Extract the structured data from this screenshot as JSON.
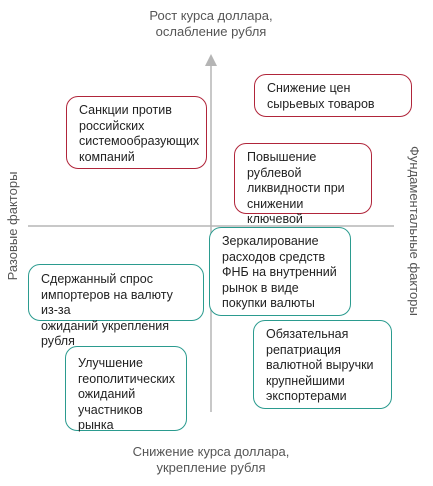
{
  "axes": {
    "top_label": "Рост курса доллара,\nослабление рубля",
    "bottom_label": "Снижение курса доллара,\nукрепление рубля",
    "left_label": "Разовые факторы",
    "right_label": "Фундаментальные факторы"
  },
  "boxes": [
    {
      "text": "Снижение цен\nсырьевых товаров",
      "color": "red"
    },
    {
      "text": "Санкции против\nроссийских\nсистемообразующих\nкомпаний",
      "color": "red"
    },
    {
      "text": "Повышение рублевой\nликвидности при\nснижении ключевой\nставки",
      "color": "red"
    },
    {
      "text": "Зеркалирование\nрасходов средств\nФНБ на внутренний\nрынок в виде\nпокупки валюты",
      "color": "teal"
    },
    {
      "text": "Сдержанный спрос\nимпортеров на валюту из-за\nожиданий укрепления рубля",
      "color": "teal"
    },
    {
      "text": "Обязательная\nрепатриация\nвалютной выручки\nкрупнейшими\nэкспортерами",
      "color": "teal"
    },
    {
      "text": "Улучшение\nгеополитических\nожиданий\nучастников рынка",
      "color": "teal"
    }
  ],
  "colors": {
    "red": "#b0253a",
    "teal": "#2b9b8f",
    "axis": "#b5b5b5"
  }
}
